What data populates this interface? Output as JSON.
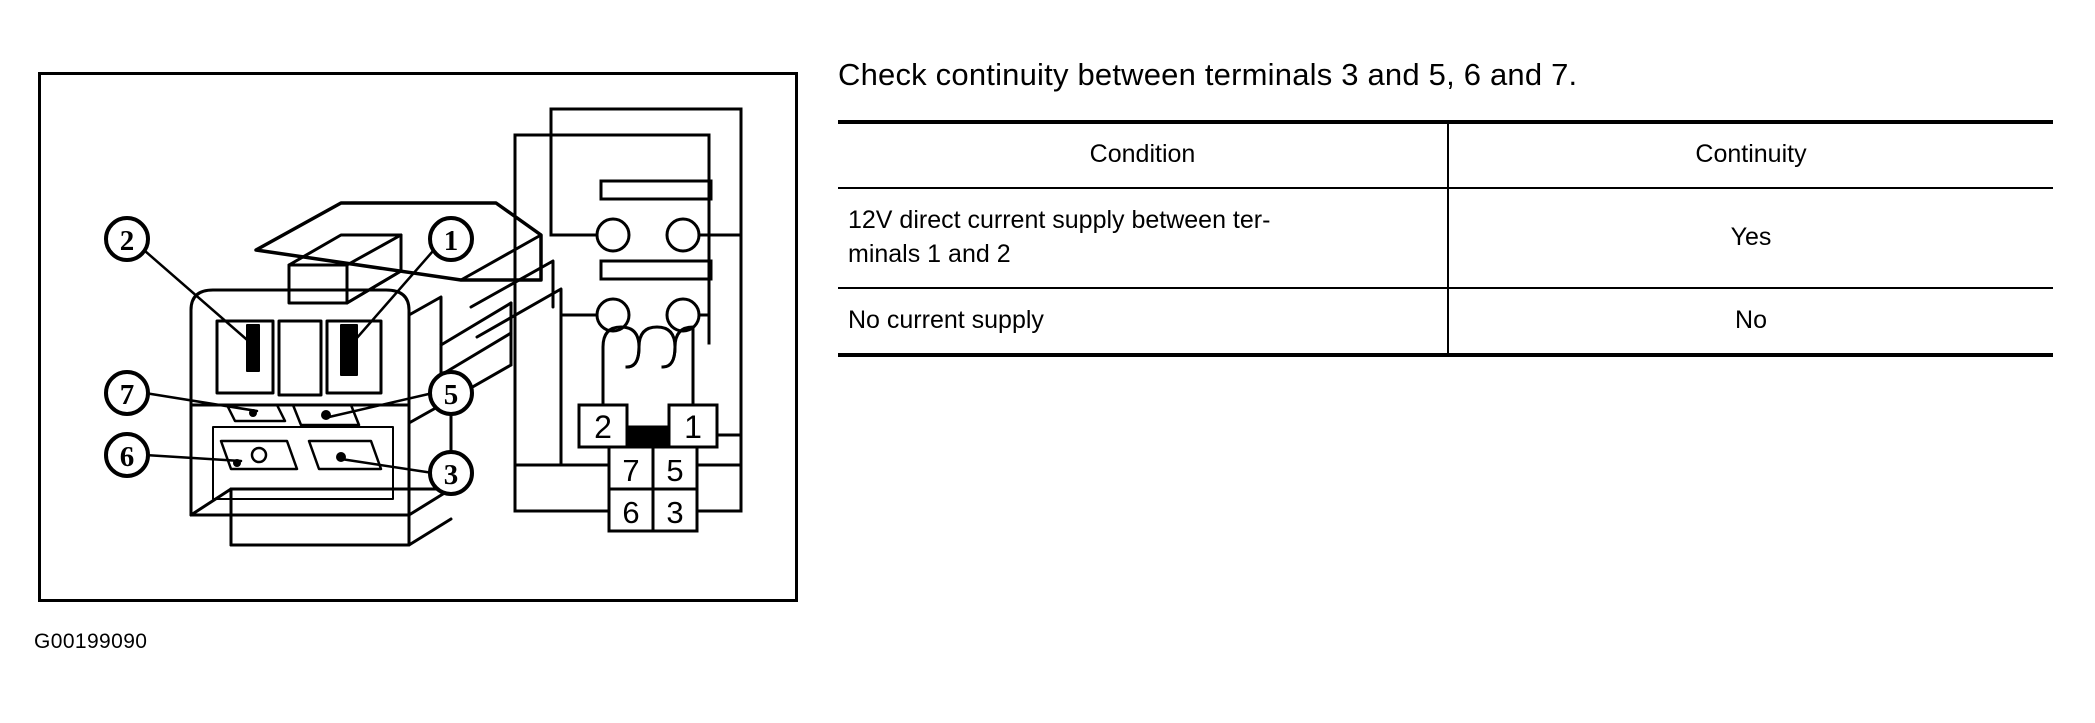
{
  "figure": {
    "caption": "G00199090",
    "callouts": [
      {
        "id": "callout-2",
        "label": "2"
      },
      {
        "id": "callout-1",
        "label": "1"
      },
      {
        "id": "callout-7",
        "label": "7"
      },
      {
        "id": "callout-5",
        "label": "5"
      },
      {
        "id": "callout-6",
        "label": "6"
      },
      {
        "id": "callout-3",
        "label": "3"
      }
    ],
    "schematic": {
      "terminal_boxes": [
        {
          "label": "2"
        },
        {
          "label": "1"
        },
        {
          "label": "7"
        },
        {
          "label": "5"
        },
        {
          "label": "6"
        },
        {
          "label": "3"
        }
      ]
    }
  },
  "heading": {
    "text": "Check continuity between terminals 3 and 5, 6 and 7."
  },
  "table": {
    "headers": {
      "condition": "Condition",
      "continuity": "Continuity"
    },
    "rows": [
      {
        "condition_line1": "12V direct current supply between ter-",
        "condition_line2": "minals 1 and 2",
        "continuity": "Yes"
      },
      {
        "condition_line1": "No current supply",
        "condition_line2": "",
        "continuity": "No"
      }
    ]
  },
  "colors": {
    "ink": "#000000",
    "paper": "#ffffff"
  }
}
